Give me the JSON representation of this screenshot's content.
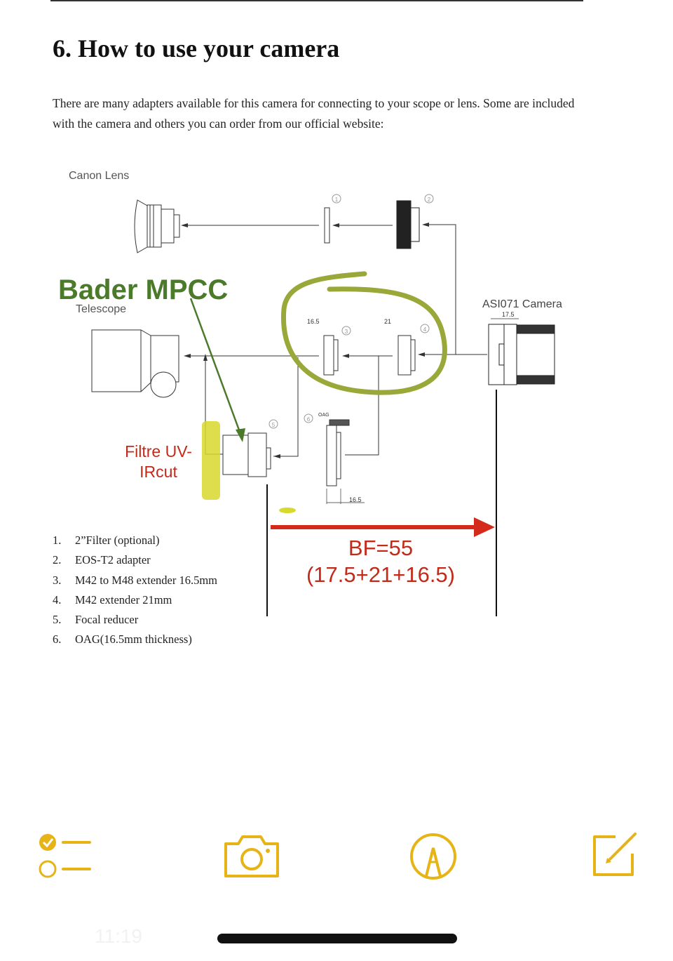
{
  "document": {
    "heading": "6.  How to use your camera",
    "intro": "There are many adapters available for this camera for connecting to your scope or lens. Some are included with the camera and others you can order from our official website:",
    "list": [
      {
        "num": "1.",
        "text": "2”Filter (optional)"
      },
      {
        "num": "2.",
        "text": "EOS-T2 adapter"
      },
      {
        "num": "3.",
        "text": "M42 to M48 extender 16.5mm"
      },
      {
        "num": "4.",
        "text": "M42 extender 21mm"
      },
      {
        "num": "5.",
        "text": "Focal reducer"
      },
      {
        "num": "6.",
        "text": "OAG(16.5mm thickness)"
      }
    ]
  },
  "diagram": {
    "canon_lens_label": "Canon Lens",
    "telescope_label": "Telescope",
    "camera_label": "ASI071 Camera",
    "dim_camera": "17.5",
    "dim_part3": "16.5",
    "dim_part4": "21",
    "dim_oag": "16.5",
    "oag_label": "OAG",
    "markers": {
      "m1": "1",
      "m2": "2",
      "m3": "3",
      "m4": "4",
      "m5": "5",
      "m6": "6"
    }
  },
  "annotations": {
    "bader_label": "Bader MPCC",
    "filter_label_line1": "Filtre UV-",
    "filter_label_line2": "IRcut",
    "bf_line1": "BF=55",
    "bf_line2": "(17.5+21+16.5)",
    "colors": {
      "green": "#4a7a2a",
      "red": "#d42a1c",
      "highlight": "#d8d82e",
      "circle": "#9aa83a"
    }
  },
  "toolbar": {
    "accent": "#e6b417",
    "icons": [
      "checklist-icon",
      "camera-icon",
      "markup-icon",
      "compose-icon"
    ]
  },
  "status_bar": {
    "time": "11:19"
  }
}
